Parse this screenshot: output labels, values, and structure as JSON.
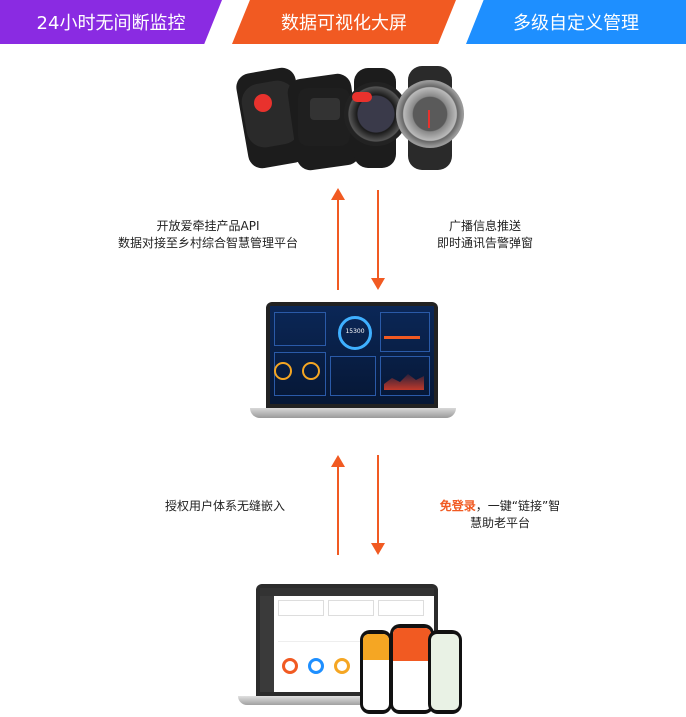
{
  "banner": {
    "tab1": "24小时无间断监控",
    "tab2": "数据可视化大屏",
    "tab3": "多级自定义管理"
  },
  "flow1": {
    "left_line1": "开放爱牵挂产品API",
    "left_line2": "数据对接至乡村综合智慧管理平台",
    "right_line1": "广播信息推送",
    "right_line2": "即时通讯告警弹窗"
  },
  "flow2": {
    "left_line1": "授权用户体系无缝嵌入",
    "right_highlight": "免登录",
    "right_rest": "，一键“链接”智",
    "right_line2": "慧助老平台"
  },
  "screen": {
    "gauge_value": "15300"
  },
  "colors": {
    "purple": "#8a2be2",
    "orange": "#f15a22",
    "blue": "#1e8fff"
  }
}
